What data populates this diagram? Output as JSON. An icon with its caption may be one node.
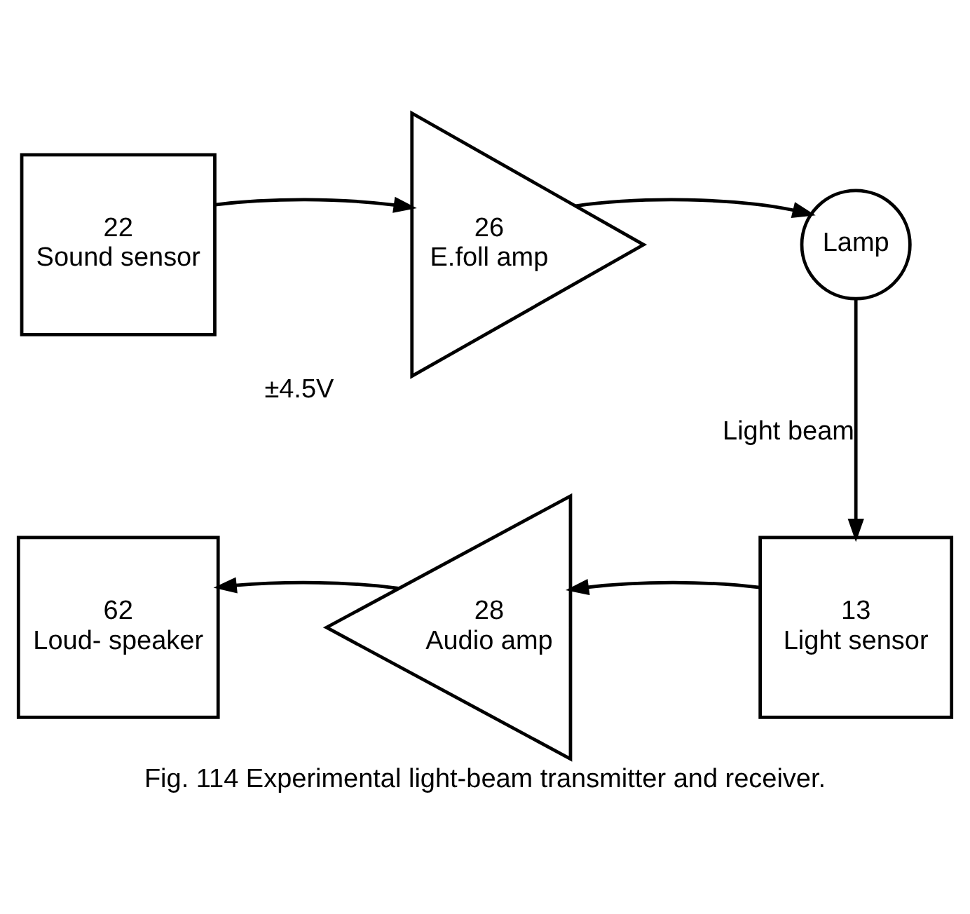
{
  "diagram": {
    "caption": "Fig. 114 Experimental light-beam transmitter and receiver.",
    "nodes": [
      {
        "text": [
          "22",
          "Sound sensor"
        ]
      },
      {
        "text": [
          "26",
          "E.foll amp"
        ],
        "beside": [
          "±4.5V"
        ]
      },
      {
        "text": [
          "Lamp"
        ]
      },
      {
        "text": [
          "13",
          "Light sensor"
        ]
      },
      {
        "text": [
          "28",
          "Audio amp"
        ]
      },
      {
        "text": [
          "62",
          "Loud- speaker"
        ]
      }
    ],
    "edges": [
      {
        "from": 0,
        "to": 1,
        "arrow": "to"
      },
      {
        "from": 1,
        "to": 2,
        "arrow": "to"
      },
      {
        "from": 2,
        "to": 3,
        "arrow": "to",
        "label": "Light beam"
      },
      {
        "from": 3,
        "to": 4,
        "arrow": "to"
      },
      {
        "from": 4,
        "to": 5,
        "arrow": "to"
      }
    ]
  }
}
